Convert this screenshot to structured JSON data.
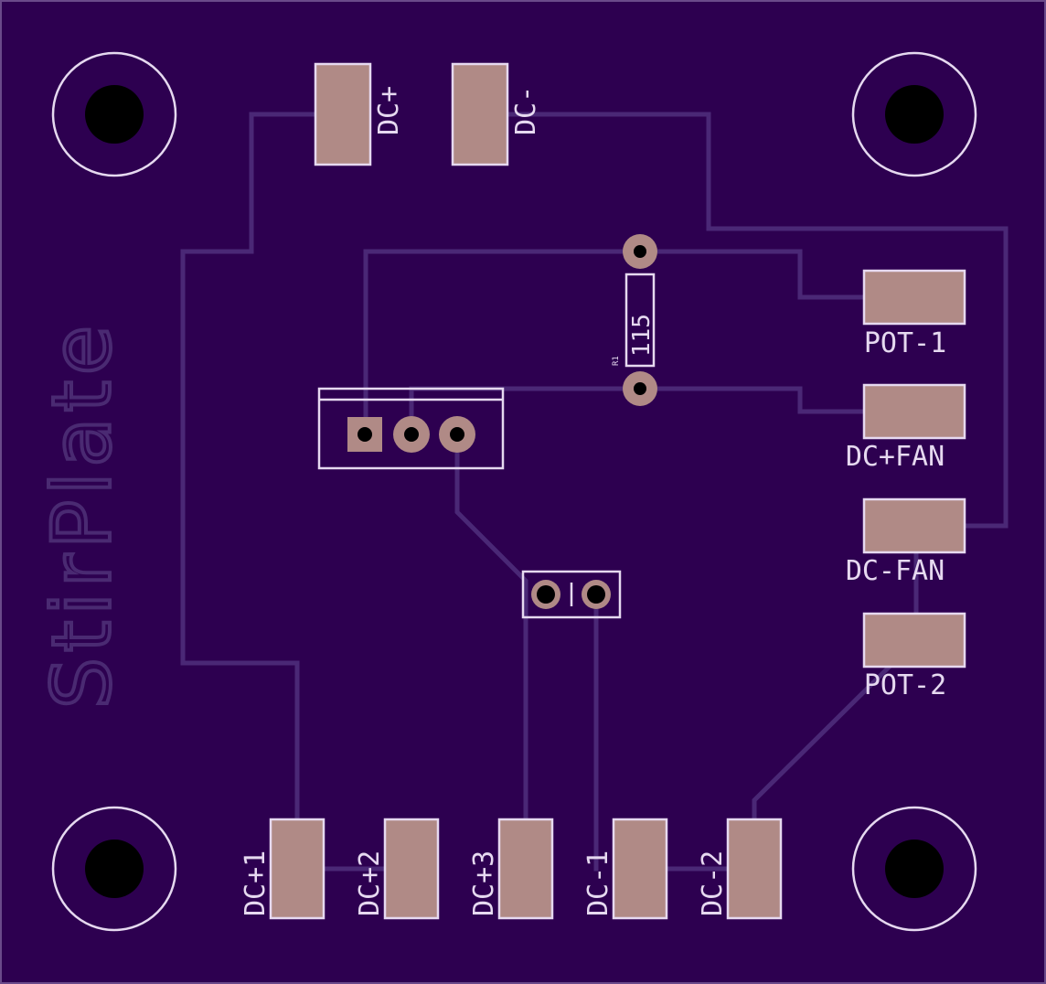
{
  "board": {
    "name": "StirPlate",
    "colors": {
      "background": "#2d0050",
      "trace": "#4a2876",
      "silkscreen": "#e6d9f0",
      "pad": "#b08a86",
      "drill": "#000000"
    }
  },
  "pads": {
    "dc_plus": "DC+",
    "dc_minus": "DC-",
    "pot_1": "POT-1",
    "dc_plus_fan": "DC+FAN",
    "dc_minus_fan": "DC-FAN",
    "pot_2": "POT-2",
    "dc_plus_1": "DC+1",
    "dc_plus_2": "DC+2",
    "dc_plus_3": "DC+3",
    "dc_minus_1": "DC-1",
    "dc_minus_2": "DC-2"
  },
  "resistor": {
    "value": "115",
    "designator": "R1"
  }
}
